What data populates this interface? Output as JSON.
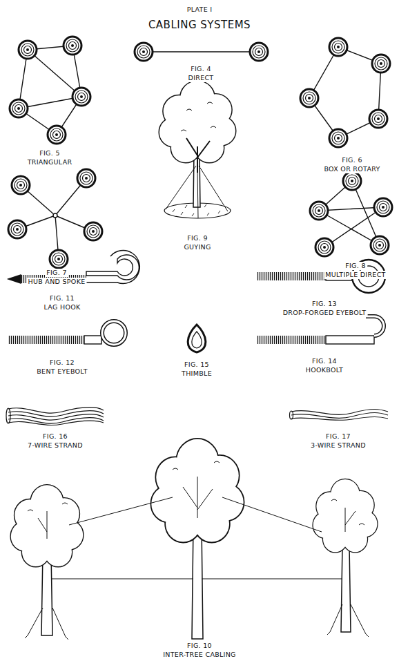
{
  "diagram": {
    "title": "CABLING SYSTEMS",
    "labels": [
      "PLATE I",
      "FIG. 4",
      "DIRECT",
      "FIG. 5",
      "TRIANGULAR",
      "FIG. 6",
      "BOX OR ROTARY",
      "FIG. 7",
      "HUB AND SPOKE",
      "FIG. 9",
      "GUYING",
      "FIG. 8",
      "MULTIPLE DIRECT",
      "FIG. 11",
      "LAG HOOK",
      "FIG. 13",
      "DROP-FORGED EYEBOLT",
      "FIG. 12",
      "BENT EYEBOLT",
      "FIG. 15",
      "THIMBLE",
      "FIG. 14",
      "HOOKBOLT",
      "FIG. 16",
      "7-WIRE STRAND",
      "FIG. 17",
      "3-WIRE STRAND",
      "FIG. 10",
      "INTER-TREE CABLING"
    ]
  }
}
